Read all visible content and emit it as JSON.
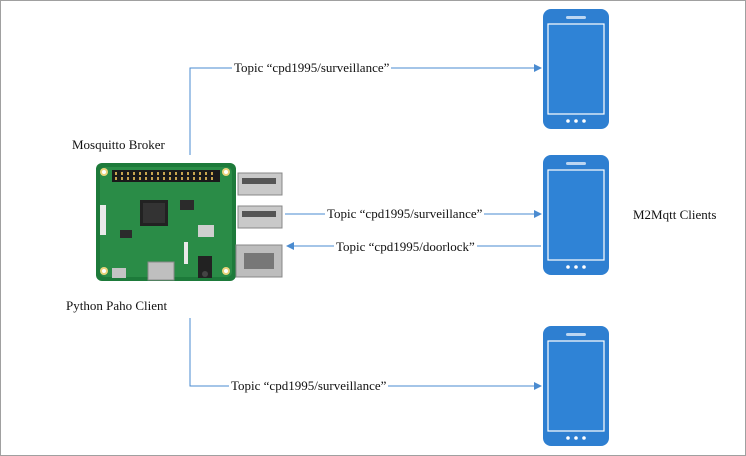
{
  "diagram": {
    "broker_label": "Mosquitto Broker",
    "client_label": "Python Paho Client",
    "clients_label": "M2Mqtt Clients",
    "topics": {
      "top": "Topic “cpd1995/surveillance”",
      "middle_out": "Topic “cpd1995/surveillance”",
      "middle_in": "Topic “cpd1995/doorlock”",
      "bottom": "Topic “cpd1995/surveillance”"
    },
    "colors": {
      "arrow": "#4a8bd0",
      "phone": "#2e7fd1",
      "phone_screen": "#2f83d6",
      "board": "#1d7a3a"
    },
    "icons": [
      "raspberry-pi-board-icon",
      "smartphone-icon"
    ]
  }
}
